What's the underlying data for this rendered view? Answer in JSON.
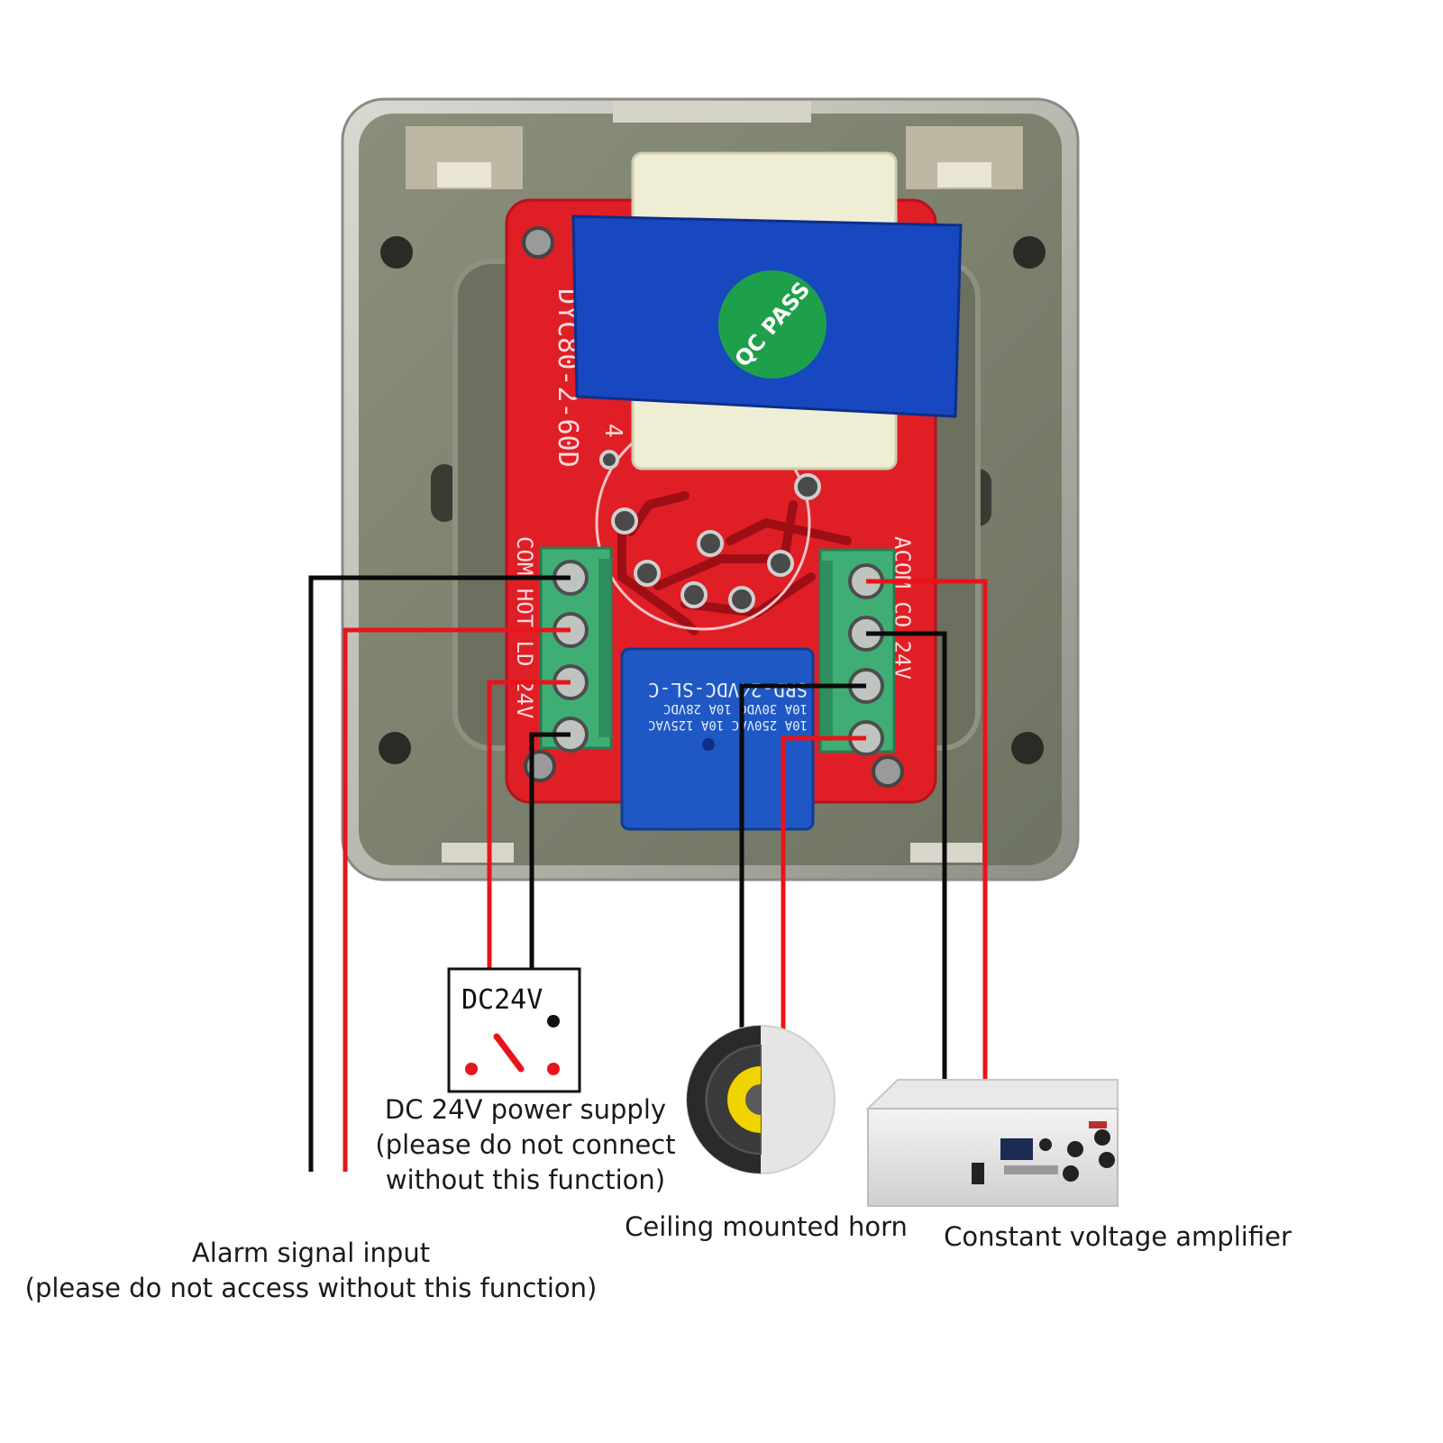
{
  "board": {
    "qc_badge": "QC PASS",
    "pcb_model": "DYC80-2-60D",
    "pcb_number": "4",
    "left_terminal_print": "COM HOT LD 24V",
    "right_terminal_print": "ACOM CO 24V",
    "relay_model": "SRD-24VDC-SL-C",
    "relay_rating_lines": [
      "10A 250VAC 10A 125VAC",
      "10A 30VDC 10A 28VDC"
    ]
  },
  "switch_box": {
    "label": "DC24V"
  },
  "labels": {
    "power_supply": [
      "DC 24V power supply",
      "(please do not connect",
      "without this function)"
    ],
    "horn": "Ceiling mounted horn",
    "amplifier": "Constant voltage amplifier",
    "alarm": [
      "Alarm signal input",
      "(please do not access without this function)"
    ]
  },
  "colors": {
    "wire_red": "#e8141b",
    "wire_black": "#0a0a0a",
    "pcb_red": "#e01e26",
    "plate_gray": "#7b806d",
    "terminal_green": "#3fae75",
    "relay_blue": "#1f58c4",
    "transformer_blue": "#1848c0"
  }
}
